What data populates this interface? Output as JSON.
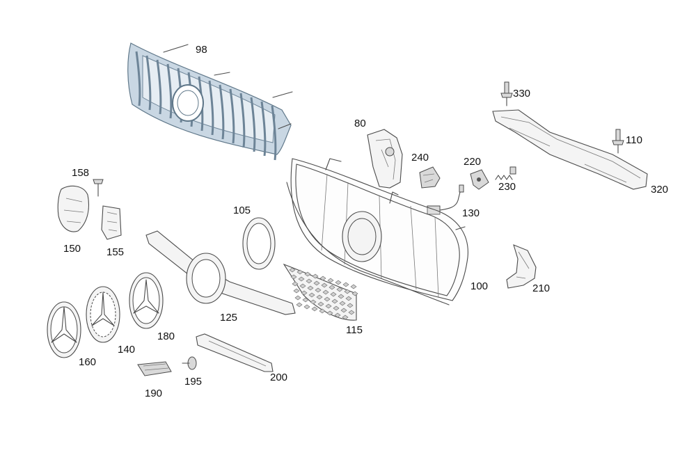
{
  "parts": [
    {
      "id": "p98",
      "label": "98",
      "name": "grille-with-vertical-slats"
    },
    {
      "id": "p80",
      "label": "80",
      "name": "air-duct"
    },
    {
      "id": "p240",
      "label": "240",
      "name": "bracket"
    },
    {
      "id": "p220",
      "label": "220",
      "name": "holder"
    },
    {
      "id": "p230",
      "label": "230",
      "name": "spring"
    },
    {
      "id": "p130",
      "label": "130",
      "name": "cable"
    },
    {
      "id": "p330",
      "label": "330",
      "name": "screw"
    },
    {
      "id": "p110",
      "label": "110",
      "name": "screw"
    },
    {
      "id": "p320",
      "label": "320",
      "name": "cross-member"
    },
    {
      "id": "p100",
      "label": "100",
      "name": "grille-frame"
    },
    {
      "id": "p210",
      "label": "210",
      "name": "bracket"
    },
    {
      "id": "p158",
      "label": "158",
      "name": "screw"
    },
    {
      "id": "p150",
      "label": "150",
      "name": "emblem-carrier"
    },
    {
      "id": "p155",
      "label": "155",
      "name": "mounting-bracket"
    },
    {
      "id": "p105",
      "label": "105",
      "name": "ring"
    },
    {
      "id": "p125",
      "label": "125",
      "name": "louvre-bar"
    },
    {
      "id": "p115",
      "label": "115",
      "name": "mesh-insert"
    },
    {
      "id": "p160",
      "label": "160",
      "name": "star-emblem"
    },
    {
      "id": "p140",
      "label": "140",
      "name": "emblem-housing"
    },
    {
      "id": "p180",
      "label": "180",
      "name": "emblem-cover"
    },
    {
      "id": "p190",
      "label": "190",
      "name": "sensor-module"
    },
    {
      "id": "p195",
      "label": "195",
      "name": "screw"
    },
    {
      "id": "p200",
      "label": "200",
      "name": "trim-strip"
    }
  ],
  "colors": {
    "highlight": "#c9d7e3",
    "line": "#4a4a4a",
    "label": "#111111"
  }
}
